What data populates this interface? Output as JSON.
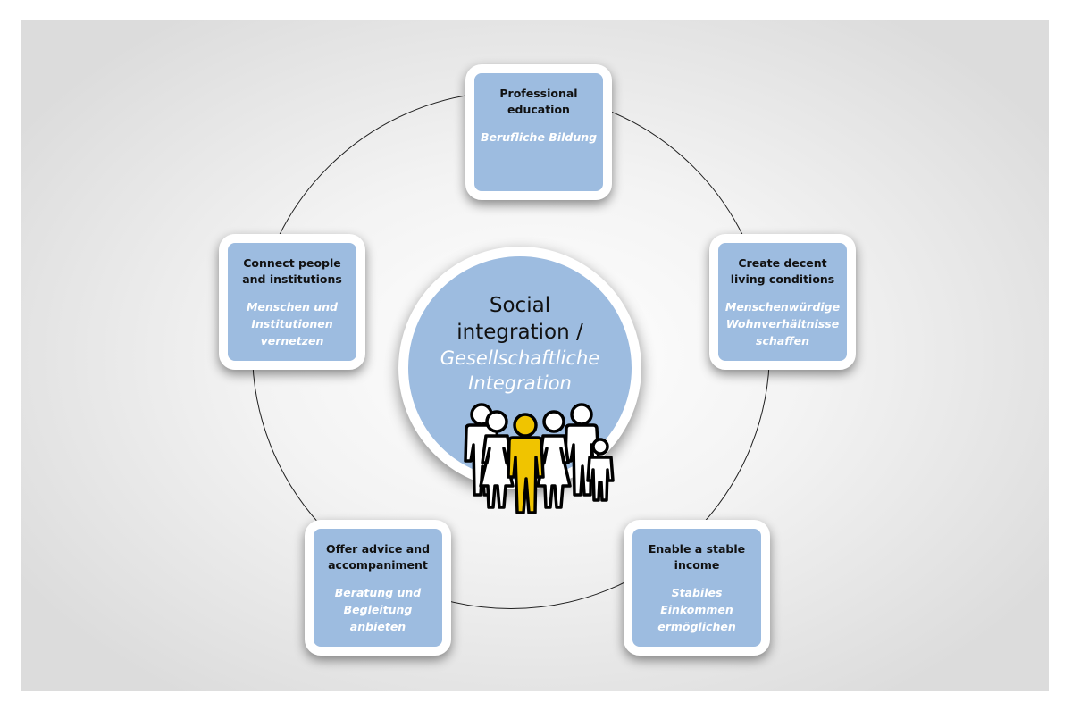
{
  "center": {
    "title_en": "Social integration /",
    "title_de": "Gesellschaftliche Integration",
    "icon": "family-people-icon"
  },
  "nodes": [
    {
      "en": "Professional education",
      "de": "Berufliche Bildung"
    },
    {
      "en": "Create decent living conditions",
      "de": "Menschenwürdige Wohnverhältnisse schaffen"
    },
    {
      "en": "Enable a stable income",
      "de": "Stabiles Einkommen ermöglichen"
    },
    {
      "en": "Offer advice and accompaniment",
      "de": "Beratung und Begleitung anbieten"
    },
    {
      "en": "Connect people and institutions",
      "de": "Menschen und Institutionen vernetzen"
    }
  ],
  "colors": {
    "box_fill": "#9dbce0",
    "highlight_person": "#f0c400",
    "ring": "#1f1f1f"
  }
}
